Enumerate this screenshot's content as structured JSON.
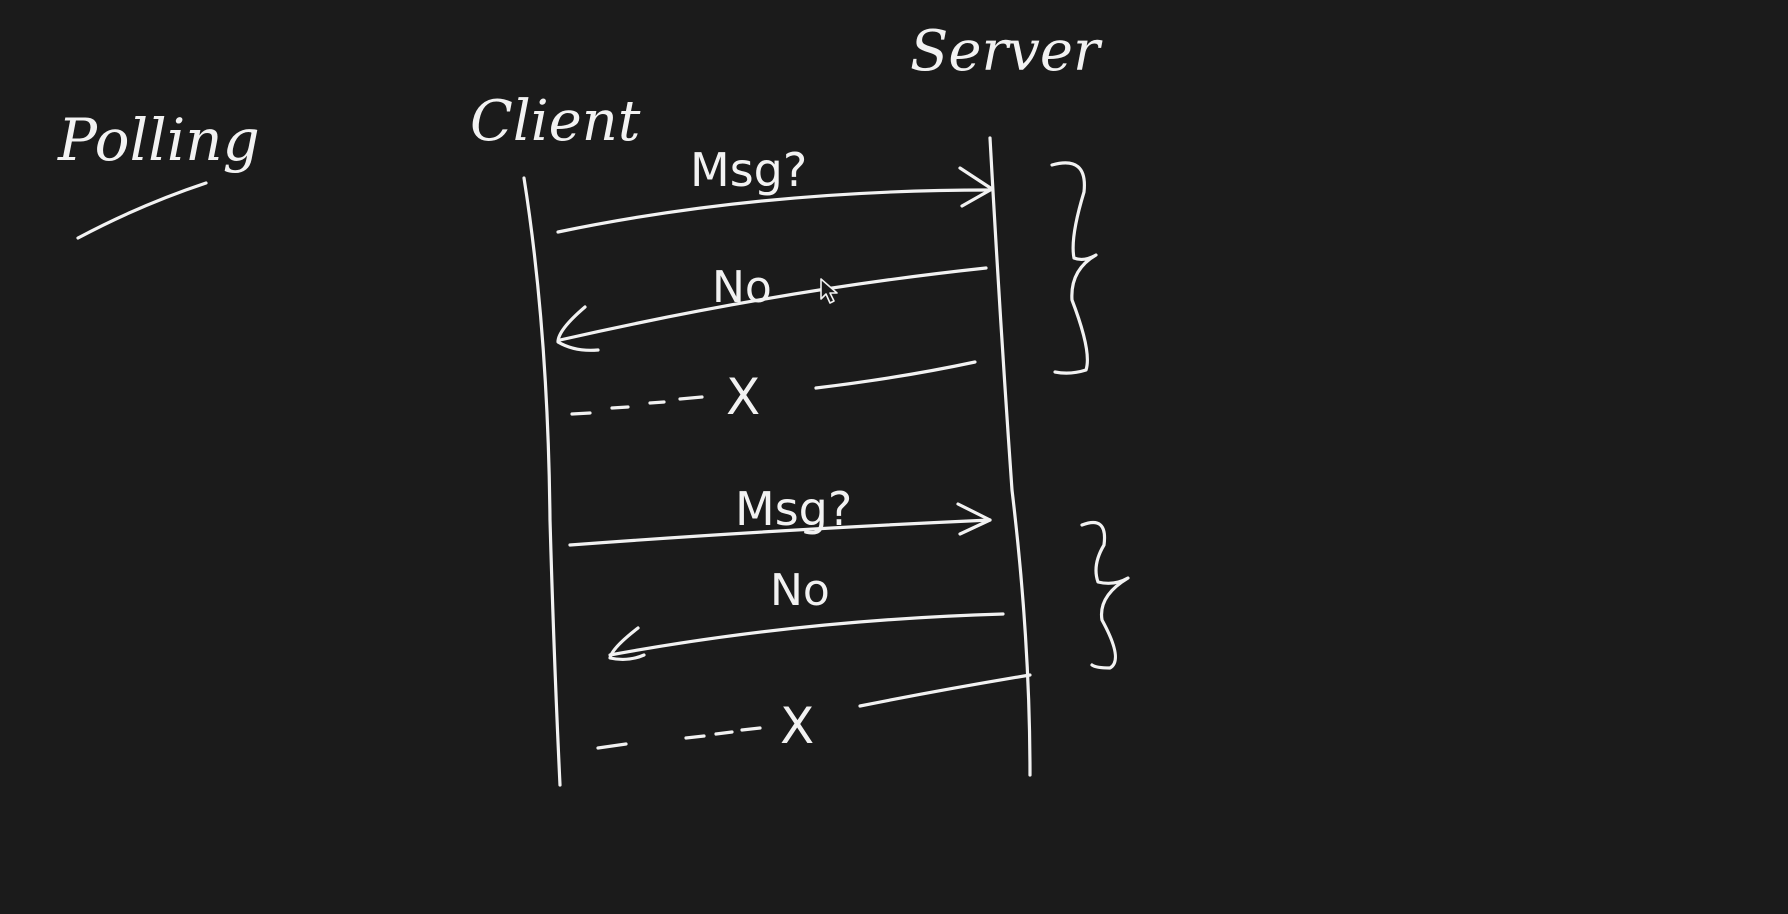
{
  "board": {
    "background": "#1b1b1b",
    "ink": "#f2f2f2"
  },
  "labels": {
    "topic": "Polling",
    "client": "Client",
    "server": "Server"
  },
  "cycles": [
    {
      "request": "Msg?",
      "response": "No",
      "wait_marker": "X"
    },
    {
      "request": "Msg?",
      "response": "No",
      "wait_marker": "X"
    }
  ],
  "pointer": {
    "icon": "mouse-cursor-icon"
  }
}
